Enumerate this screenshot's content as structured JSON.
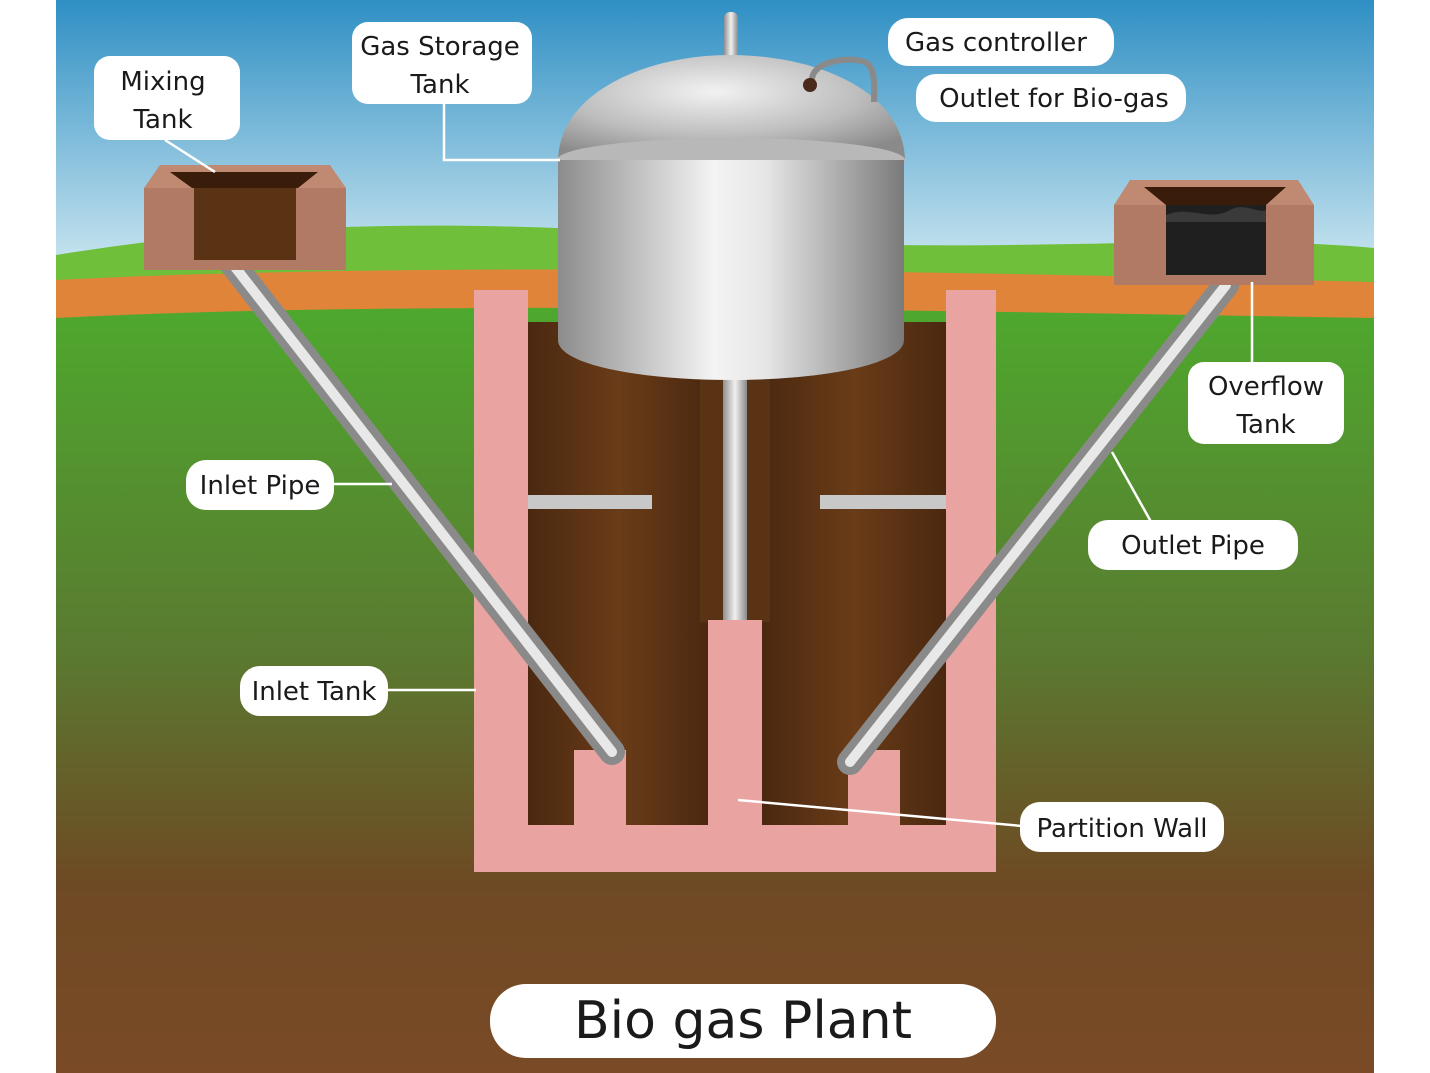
{
  "title": "Bio gas Plant",
  "labels": {
    "mixing_tank": [
      "Mixing",
      "Tank"
    ],
    "gas_storage_tank": [
      "Gas Storage",
      "Tank"
    ],
    "gas_controller": "Gas controller",
    "outlet_biogas": "Outlet for Bio-gas",
    "overflow_tank": [
      "Overflow",
      "Tank"
    ],
    "inlet_pipe": "Inlet Pipe",
    "outlet_pipe": "Outlet Pipe",
    "inlet_tank": "Inlet Tank",
    "partition_wall": "Partition Wall"
  },
  "colors": {
    "sky_top": "#2f8fc4",
    "sky_bottom": "#d8eef4",
    "hill_green": "#6fbf3a",
    "soil_orange": "#e0843a",
    "ground_green": "#4e9a2e",
    "soil_brown": "#7a4424",
    "tank_wall": "#e9a4a2",
    "slurry": "#5a3314",
    "small_tank": "#b07a64",
    "label_bg": "#ffffff"
  }
}
